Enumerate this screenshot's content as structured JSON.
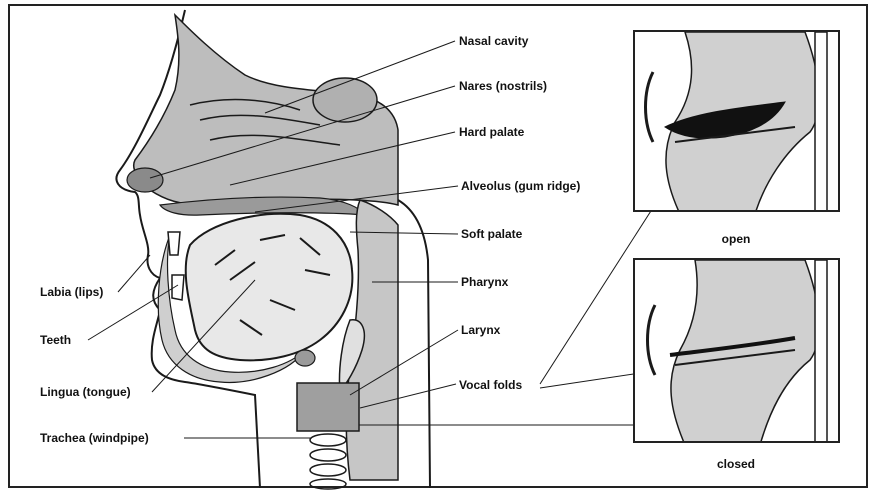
{
  "labels": {
    "nasal_cavity": "Nasal cavity",
    "nares": "Nares (nostrils)",
    "hard_palate": "Hard palate",
    "alveolus": "Alveolus (gum ridge)",
    "soft_palate": "Soft palate",
    "pharynx": "Pharynx",
    "larynx": "Larynx",
    "vocal_folds": "Vocal folds",
    "labia": "Labia (lips)",
    "teeth": "Teeth",
    "lingua": "Lingua (tongue)",
    "trachea": "Trachea (windpipe)"
  },
  "insets": {
    "open_caption": "open",
    "closed_caption": "closed"
  },
  "colors": {
    "tissue": "#b9b9b9",
    "light_tissue": "#d9d9d9",
    "line": "#1a1a1a",
    "dark": "#111111"
  }
}
